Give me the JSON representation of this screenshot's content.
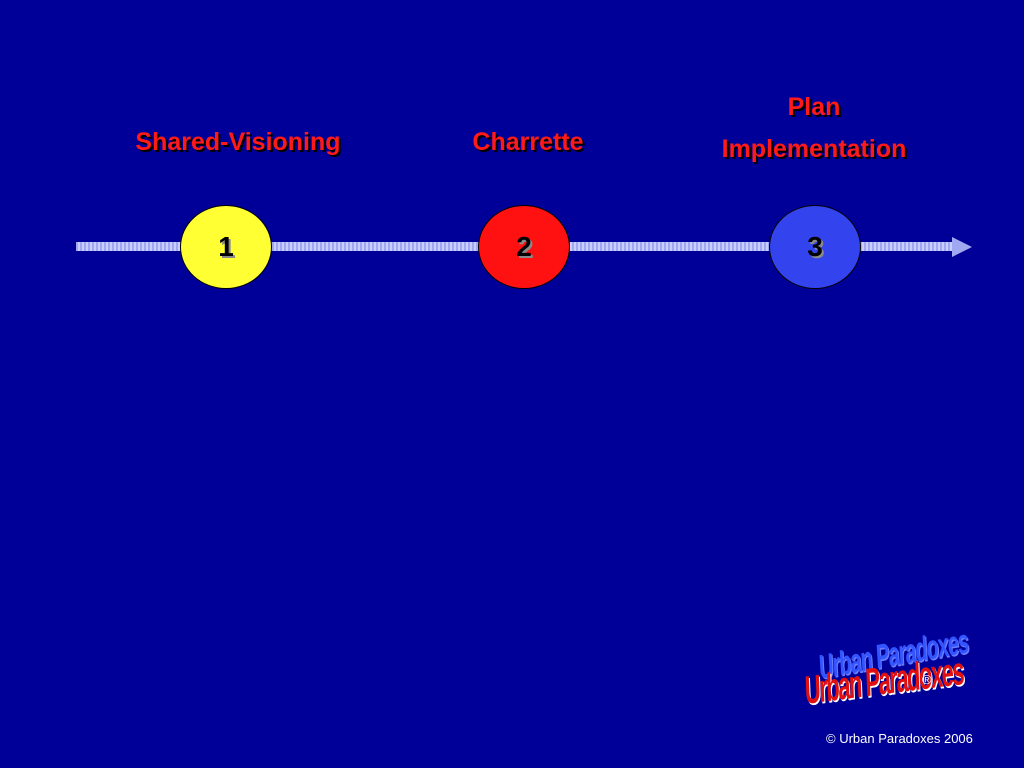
{
  "slide": {
    "background_color": "#000099",
    "label_color": "#ff1a1a",
    "timeline_color": "#9fa8f0"
  },
  "stages": [
    {
      "number": "1",
      "label_lines": [
        "Shared-Visioning"
      ],
      "fill": "#ffff33"
    },
    {
      "number": "2",
      "label_lines": [
        "Charrette"
      ],
      "fill": "#ff1111"
    },
    {
      "number": "3",
      "label_lines": [
        "Plan",
        "Implementation"
      ],
      "fill": "#3344ee"
    }
  ],
  "logo": {
    "text_top": "Urban Paradoxes",
    "text_bottom": "Urban Paradoxes",
    "registered_mark": "®"
  },
  "footer": {
    "copyright": "© Urban Paradoxes 2006"
  }
}
